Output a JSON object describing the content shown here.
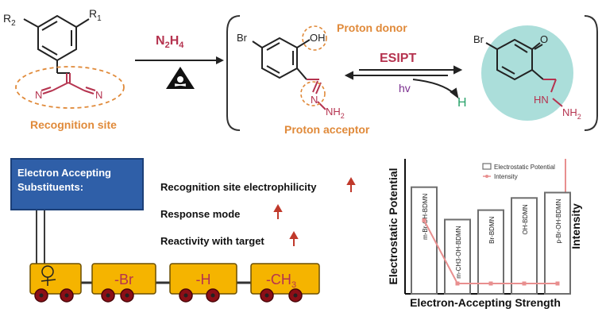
{
  "reaction": {
    "reagent": "N",
    "reagent_sub": "2",
    "reagent2": "H",
    "reagent2_sub": "4",
    "r2": "R",
    "r2_sub": "2",
    "r1": "R",
    "r1_sub": "1",
    "nitrile_n": "N",
    "recognition_site": "Recognition site",
    "br": "Br",
    "oh": "OH",
    "proton_donor": "Proton donor",
    "hydrazone": "N",
    "nh2": "NH",
    "nh2_sub": "2",
    "proton_acceptor": "Proton acceptor",
    "esipt": "ESIPT",
    "hv": "hv",
    "h": "H",
    "o": "O",
    "hn_nh2": "HN",
    "nh2b": "NH",
    "nh2b_sub": "2"
  },
  "train": {
    "sign_title_line1": "Electron Accepting",
    "sign_title_line2": "Substituents:",
    "properties": [
      "Recognition site electrophilicity",
      "Response mode",
      "Reactivity with target"
    ],
    "cars": [
      "-Br",
      "-H",
      "-CH"
    ],
    "ch3_sub": "3"
  },
  "chart_data": {
    "type": "bar",
    "categories": [
      "m-Br-OH-BDMN",
      "m-CH3-OH-BDMN",
      "Br-BDMN",
      "OH-BDMN",
      "p-Br-OH-BDMN"
    ],
    "series": [
      {
        "name": "Electrostatic Potential",
        "values": [
          0.79,
          0.55,
          0.62,
          0.71,
          0.75
        ]
      },
      {
        "name": "Intensity",
        "values": [
          0.55,
          0.02,
          0.02,
          0.02,
          0.02
        ]
      }
    ],
    "xlabel": "Electron-Accepting Strength",
    "ylabel": "Electrostatic Potential",
    "y2label": "Intensity",
    "legend_position": "top-right",
    "colors": {
      "bars": "#6e6e6e",
      "intensity": "#e88f8f",
      "axis_right": "#e88f8f"
    }
  }
}
